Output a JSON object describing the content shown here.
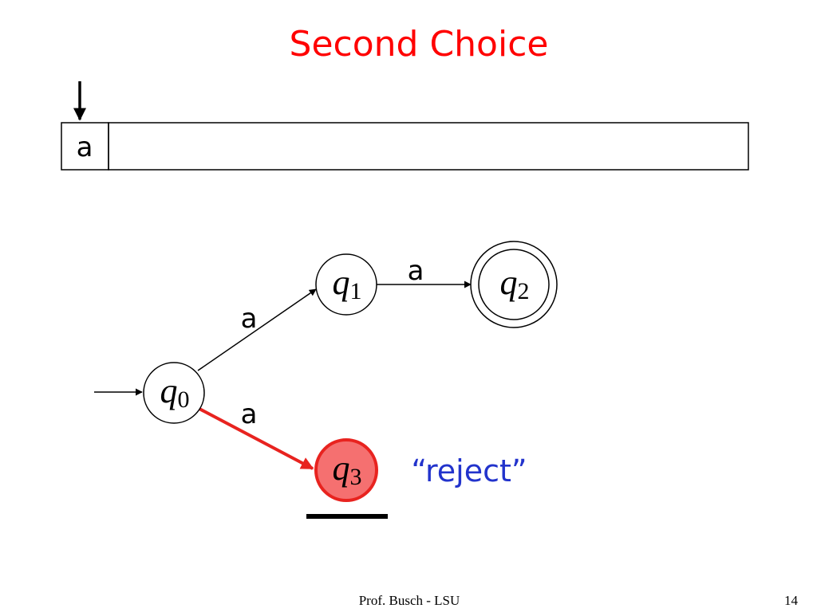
{
  "slide": {
    "title": "Second Choice",
    "footer_left": "Prof. Busch - LSU",
    "page_number": "14"
  },
  "tape": {
    "cells": [
      "a",
      ""
    ]
  },
  "automaton": {
    "states": [
      {
        "id": "q0",
        "letter": "q",
        "index": "0",
        "initial": true,
        "accepting": false,
        "active": false
      },
      {
        "id": "q1",
        "letter": "q",
        "index": "1",
        "initial": false,
        "accepting": false,
        "active": false
      },
      {
        "id": "q2",
        "letter": "q",
        "index": "2",
        "initial": false,
        "accepting": true,
        "active": false
      },
      {
        "id": "q3",
        "letter": "q",
        "index": "3",
        "initial": false,
        "accepting": false,
        "active": true
      }
    ],
    "transitions": [
      {
        "from": "q0",
        "to": "q1",
        "label": "a",
        "highlight": false
      },
      {
        "from": "q1",
        "to": "q2",
        "label": "a",
        "highlight": false
      },
      {
        "from": "q0",
        "to": "q3",
        "label": "a",
        "highlight": true
      }
    ],
    "status_label": "“reject”"
  },
  "colors": {
    "title": "#ff0000",
    "highlight": "#e8231f",
    "active_state_fill": "#f57070",
    "status": "#2233cc"
  }
}
